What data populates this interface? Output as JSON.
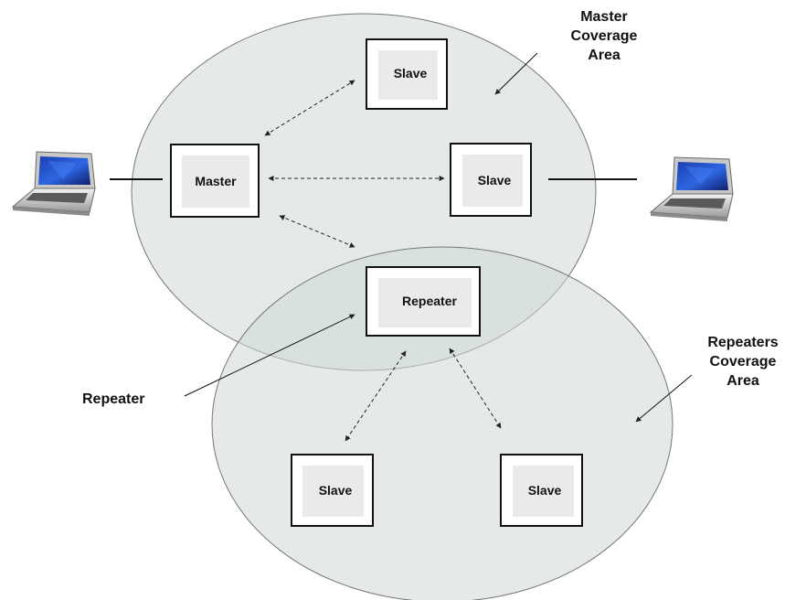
{
  "nodes": {
    "master": "Master",
    "slave_top": "Slave",
    "slave_right": "Slave",
    "repeater": "Repeater",
    "slave_bottom_left": "Slave",
    "slave_bottom_right": "Slave"
  },
  "annotations": {
    "master_area": [
      "Master",
      "Coverage",
      "Area"
    ],
    "repeater_area": [
      "Repeaters",
      "Coverage",
      "Area"
    ],
    "repeater_callout": "Repeater"
  },
  "icons": {
    "left_device": "laptop-icon",
    "right_device": "laptop-icon"
  },
  "colors": {
    "coverage_fill": "#cfd8d6",
    "node_fill": "#e9ebea",
    "screen": "#1a3ea8"
  }
}
